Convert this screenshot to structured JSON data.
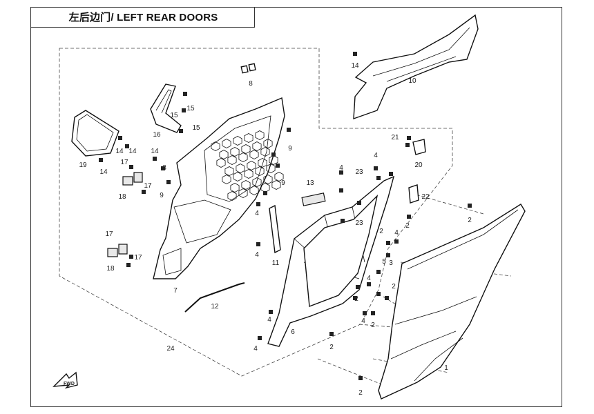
{
  "title": "左后边门/ LEFT REAR DOORS",
  "callouts": [
    "1",
    "2",
    "3",
    "4",
    "5",
    "6",
    "7",
    "8",
    "9",
    "10",
    "11",
    "12",
    "13",
    "14",
    "15",
    "16",
    "17",
    "18",
    "19",
    "20",
    "21",
    "22",
    "23",
    "24"
  ],
  "front_marker": "FWD",
  "colors": {
    "line": "#111111",
    "frame": "#333333",
    "background": "#ffffff"
  }
}
